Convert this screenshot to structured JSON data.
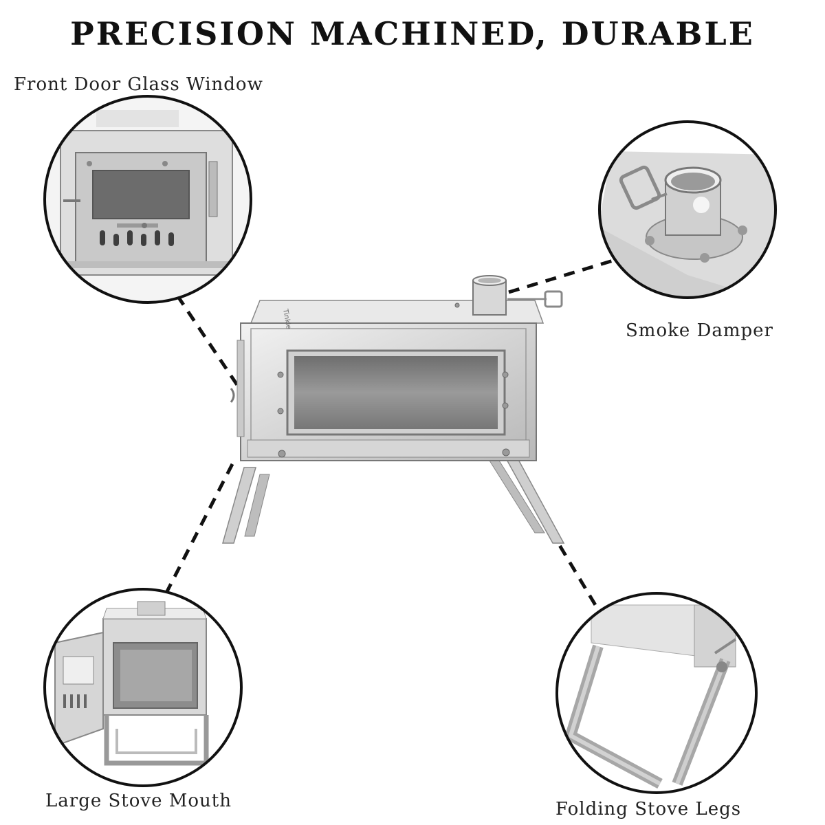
{
  "title": "PRECISION MACHINED, DURABLE",
  "labels": {
    "front_door": "Front Door Glass Window",
    "smoke_damper": "Smoke Damper",
    "stove_mouth": "Large Stove Mouth",
    "stove_legs": "Folding Stove Legs"
  },
  "colors": {
    "metal_light": "#e6e6e6",
    "metal_mid": "#bdbdbd",
    "metal_dark": "#7a7a7a",
    "line": "#111111"
  }
}
